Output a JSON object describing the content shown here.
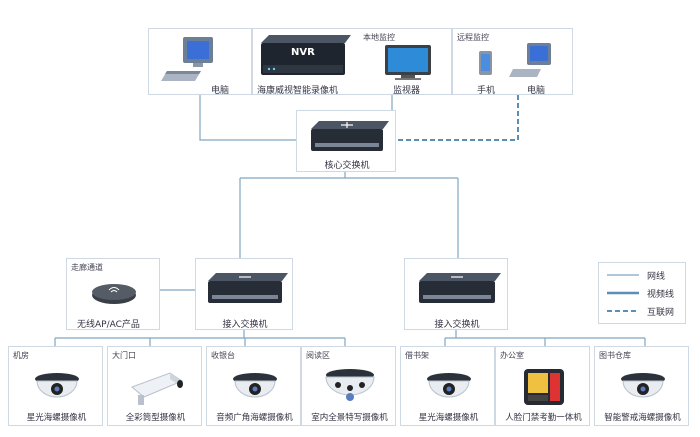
{
  "top": {
    "pc1_label": "电脑",
    "nvr_label": "海康威视智能录像机",
    "nvr_text": "NVR",
    "local_tag": "本地监控",
    "monitor_label": "监视器",
    "remote_tag": "远程监控",
    "phone_label": "手机",
    "pc2_label": "电脑"
  },
  "core": {
    "label": "核心交换机"
  },
  "wireless": {
    "tag": "走廊通道",
    "label": "无线AP/AC产品"
  },
  "access_left": {
    "label": "接入交换机"
  },
  "access_right": {
    "label": "接入交换机"
  },
  "legend": {
    "network": "网线",
    "video": "视频线",
    "internet": "互联网"
  },
  "colors": {
    "line": "#7ea7c0",
    "dashed": "#5b8fb3",
    "box_border": "#cfd9e3"
  },
  "cameras": [
    {
      "tag": "机房",
      "label": "星光海螺摄像机",
      "icon": "dome-camera-icon"
    },
    {
      "tag": "大门口",
      "label": "全彩筒型摄像机",
      "icon": "bullet-camera-icon"
    },
    {
      "tag": "收银台",
      "label": "音频广角海螺摄像机",
      "icon": "dome-camera-icon"
    },
    {
      "tag": "阅读区",
      "label": "室内全景特写摄像机",
      "icon": "panoramic-camera-icon"
    },
    {
      "tag": "借书架",
      "label": "星光海螺摄像机",
      "icon": "dome-camera-icon"
    },
    {
      "tag": "办公室",
      "label": "人脸门禁考勤一体机",
      "icon": "face-terminal-icon"
    },
    {
      "tag": "图书仓库",
      "label": "智能警戒海螺摄像机",
      "icon": "dome-camera-icon"
    }
  ]
}
